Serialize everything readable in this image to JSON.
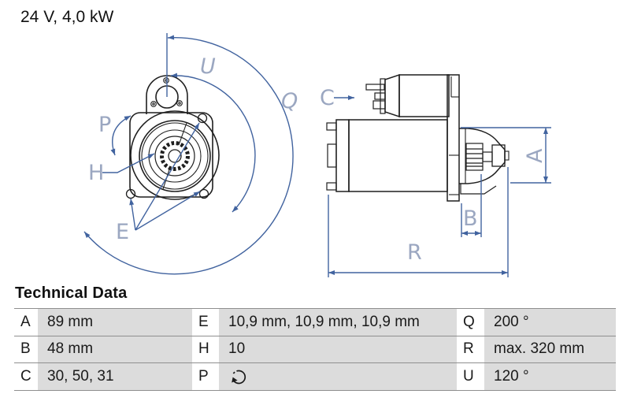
{
  "title": "24 V, 4,0 kW",
  "colors": {
    "dimension_blue": "#41639f",
    "dimension_label_blue": "#9ba7c1",
    "outline_black": "#1f1f1f",
    "table_value_gray": "#dcdcdc",
    "table_rule_gray": "#8f8f8f"
  },
  "drawing": {
    "labels": {
      "p": "P",
      "h": "H",
      "e": "E",
      "u": "U",
      "q": "Q",
      "c": "C",
      "a": "A",
      "b": "B",
      "r": "R"
    }
  },
  "technical_data": {
    "heading": "Technical Data",
    "rows": [
      {
        "c1": {
          "key": "A",
          "value": "89 mm"
        },
        "c2": {
          "key": "E",
          "value": "10,9 mm, 10,9 mm, 10,9 mm"
        },
        "c3": {
          "key": "Q",
          "value": "200 °"
        }
      },
      {
        "c1": {
          "key": "B",
          "value": "48 mm"
        },
        "c2": {
          "key": "H",
          "value": "10"
        },
        "c3": {
          "key": "R",
          "value": "max. 320 mm"
        }
      },
      {
        "c1": {
          "key": "C",
          "value": "30, 50, 31"
        },
        "c2": {
          "key": "P",
          "value": "",
          "icon": "rotation-direction-icon"
        },
        "c3": {
          "key": "U",
          "value": "120 °"
        }
      }
    ]
  }
}
